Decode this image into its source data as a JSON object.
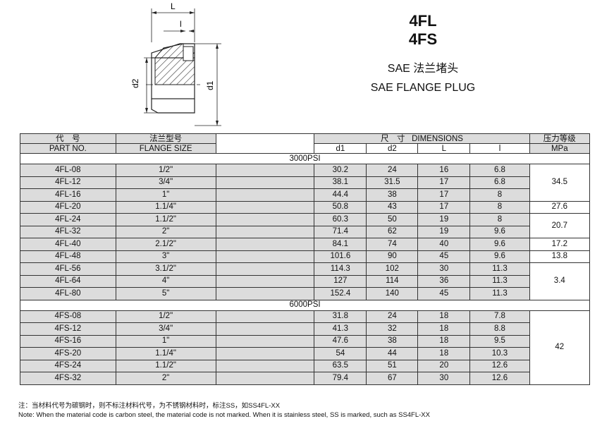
{
  "header": {
    "codes": [
      "4FL",
      "4FS"
    ],
    "title_cn": "SAE 法兰堵头",
    "title_en": "SAE FLANGE PLUG"
  },
  "drawing": {
    "label_L": "L",
    "label_l": "l",
    "label_d1": "d1",
    "label_d2": "d2"
  },
  "table": {
    "head": {
      "code_cn": "代　号",
      "part_no": "PART NO.",
      "flange_cn": "法兰型号",
      "flange_size": "FLANGE SIZE",
      "dims_cn": "尺　寸",
      "dims_en": "DIMENSIONS",
      "pressure_cn": "压力等级",
      "pressure_unit": "MPa",
      "d1": "d1",
      "d2": "d2",
      "L": "L",
      "l": "l"
    },
    "sections": [
      {
        "label": "3000PSI",
        "rows": [
          {
            "part": "4FL-08",
            "size": "1/2\"",
            "d1": "30.2",
            "d2": "24",
            "L": "16",
            "l": "6.8"
          },
          {
            "part": "4FL-12",
            "size": "3/4\"",
            "d1": "38.1",
            "d2": "31.5",
            "L": "17",
            "l": "6.8"
          },
          {
            "part": "4FL-16",
            "size": "1\"",
            "d1": "44.4",
            "d2": "38",
            "L": "17",
            "l": "8"
          },
          {
            "part": "4FL-20",
            "size": "1.1/4\"",
            "d1": "50.8",
            "d2": "43",
            "L": "17",
            "l": "8"
          },
          {
            "part": "4FL-24",
            "size": "1.1/2\"",
            "d1": "60.3",
            "d2": "50",
            "L": "19",
            "l": "8"
          },
          {
            "part": "4FL-32",
            "size": "2\"",
            "d1": "71.4",
            "d2": "62",
            "L": "19",
            "l": "9.6"
          },
          {
            "part": "4FL-40",
            "size": "2.1/2\"",
            "d1": "84.1",
            "d2": "74",
            "L": "40",
            "l": "9.6"
          },
          {
            "part": "4FL-48",
            "size": "3\"",
            "d1": "101.6",
            "d2": "90",
            "L": "45",
            "l": "9.6"
          },
          {
            "part": "4FL-56",
            "size": "3.1/2\"",
            "d1": "114.3",
            "d2": "102",
            "L": "30",
            "l": "11.3"
          },
          {
            "part": "4FL-64",
            "size": "4\"",
            "d1": "127",
            "d2": "114",
            "L": "36",
            "l": "11.3"
          },
          {
            "part": "4FL-80",
            "size": "5\"",
            "d1": "152.4",
            "d2": "140",
            "L": "45",
            "l": "11.3"
          }
        ],
        "pressures": [
          {
            "value": "34.5",
            "span": 3
          },
          {
            "value": "27.6",
            "span": 1
          },
          {
            "value": "20.7",
            "span": 2
          },
          {
            "value": "17.2",
            "span": 1
          },
          {
            "value": "13.8",
            "span": 1
          },
          {
            "value": "3.4",
            "span": 3
          }
        ]
      },
      {
        "label": "6000PSI",
        "rows": [
          {
            "part": "4FS-08",
            "size": "1/2\"",
            "d1": "31.8",
            "d2": "24",
            "L": "18",
            "l": "7.8"
          },
          {
            "part": "4FS-12",
            "size": "3/4\"",
            "d1": "41.3",
            "d2": "32",
            "L": "18",
            "l": "8.8"
          },
          {
            "part": "4FS-16",
            "size": "1\"",
            "d1": "47.6",
            "d2": "38",
            "L": "18",
            "l": "9.5"
          },
          {
            "part": "4FS-20",
            "size": "1.1/4\"",
            "d1": "54",
            "d2": "44",
            "L": "18",
            "l": "10.3"
          },
          {
            "part": "4FS-24",
            "size": "1.1/2\"",
            "d1": "63.5",
            "d2": "51",
            "L": "20",
            "l": "12.6"
          },
          {
            "part": "4FS-32",
            "size": "2\"",
            "d1": "79.4",
            "d2": "67",
            "L": "30",
            "l": "12.6"
          }
        ],
        "pressures": [
          {
            "value": "42",
            "span": 6
          }
        ]
      }
    ]
  },
  "notes": {
    "cn": "注：当材料代号为碳钢时，则不标注材料代号，为不锈钢材料时，标注SS，如SS4FL-XX",
    "en": "Note: When the material code is carbon steel, the material code is not marked. When it is stainless steel, SS is marked, such as SS4FL-XX"
  }
}
